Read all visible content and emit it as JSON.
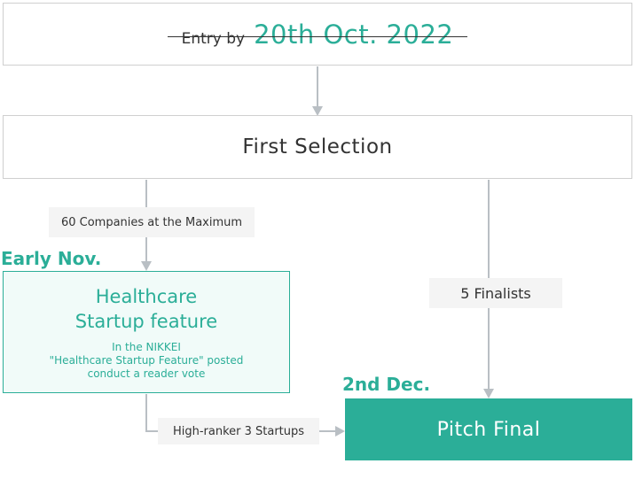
{
  "entry": {
    "label": "Entry by",
    "date": "20th Oct. 2022"
  },
  "first_selection": {
    "title": "First Selection"
  },
  "paths": {
    "maximum": "60 Companies at the Maximum",
    "finalists": "5 Finalists",
    "high_ranker": "High-ranker 3 Startups"
  },
  "stages": {
    "early": "Early Nov.",
    "second": "2nd Dec."
  },
  "healthcare": {
    "title": "Healthcare\nStartup feature",
    "description": "In the NIKKEI\n\"Healthcare Startup Feature\" posted\nconduct a reader vote"
  },
  "pitch": {
    "title": "Pitch Final"
  },
  "colors": {
    "accent": "#2bae98",
    "line": "#b9bfc4",
    "border": "#cfcfcf",
    "tag_bg": "#f4f4f4"
  }
}
